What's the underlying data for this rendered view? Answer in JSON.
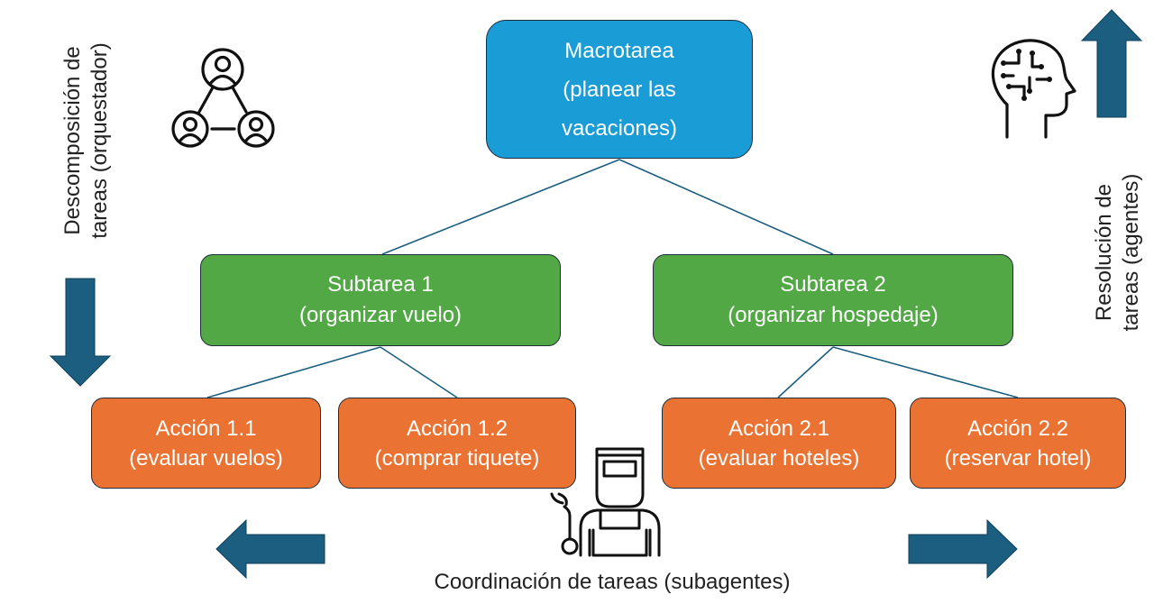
{
  "diagram": {
    "root": {
      "title": "Macrotarea",
      "line2": "(planear las",
      "line3": "vacaciones)"
    },
    "subtasks": [
      {
        "title": "Subtarea 1",
        "detail": "(organizar vuelo)"
      },
      {
        "title": "Subtarea 2",
        "detail": "(organizar hospedaje)"
      }
    ],
    "actions": [
      {
        "title": "Acción 1.1",
        "detail": "(evaluar vuelos)"
      },
      {
        "title": "Acción 1.2",
        "detail": "(comprar tiquete)"
      },
      {
        "title": "Acción 2.1",
        "detail": "(evaluar hoteles)"
      },
      {
        "title": "Acción 2.2",
        "detail": "(reservar hotel)"
      }
    ],
    "left_label": {
      "line1": "Descomposición de",
      "line2": "tareas (orquestador)"
    },
    "right_label": {
      "line1": "Resolución de",
      "line2": "tareas (agentes)"
    },
    "bottom_label": "Coordinación de tareas (subagentes)",
    "icons": {
      "orchestrator": "people-network-icon",
      "agents": "ai-head-icon",
      "subagents": "welder-worker-icon",
      "arrows": [
        "arrow-down-icon",
        "arrow-up-icon",
        "arrow-left-icon",
        "arrow-right-icon"
      ]
    },
    "colors": {
      "root": "#1a9cd6",
      "subtask": "#51a845",
      "action": "#ea7232",
      "arrow": "#1b5e80",
      "connector": "#1b5e80"
    }
  }
}
